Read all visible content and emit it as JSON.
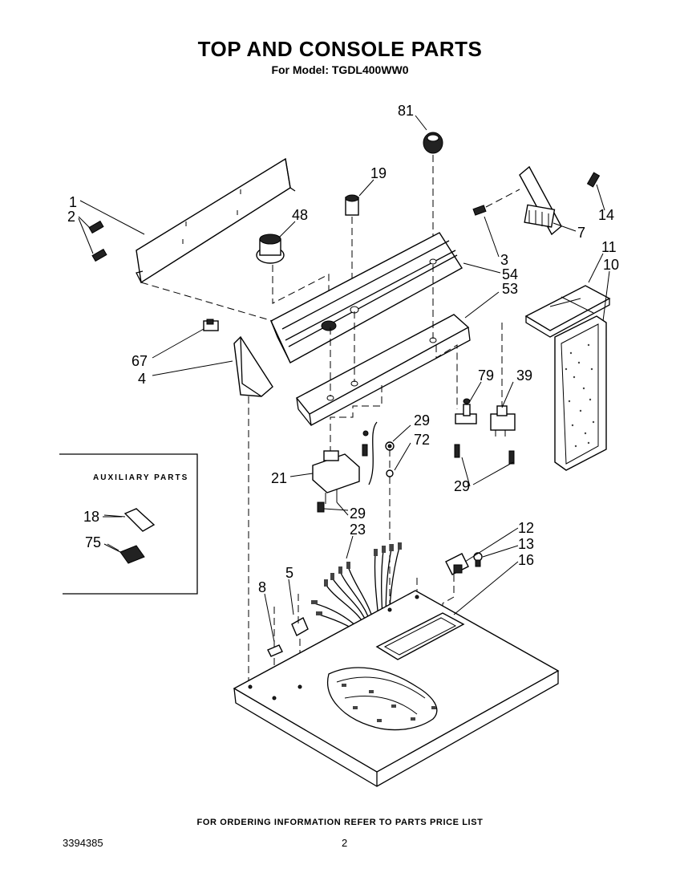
{
  "title": "TOP AND CONSOLE PARTS",
  "subtitle": "For Model: TGDL400WW0",
  "auxiliary_box": {
    "title": "AUXILIARY PARTS"
  },
  "callouts": {
    "c1": "1",
    "c2": "2",
    "c81": "81",
    "c19": "19",
    "c48": "48",
    "c14": "14",
    "c7": "7",
    "c3": "3",
    "c54": "54",
    "c53": "53",
    "c11": "11",
    "c10": "10",
    "c67": "67",
    "c4": "4",
    "c79": "79",
    "c39": "39",
    "c29a": "29",
    "c72": "72",
    "c21": "21",
    "c29b": "29",
    "c29c": "29",
    "c18": "18",
    "c75": "75",
    "c23": "23",
    "c12": "12",
    "c13": "13",
    "c16": "16",
    "c5": "5",
    "c8": "8"
  },
  "footer": {
    "note": "FOR ORDERING INFORMATION REFER TO PARTS PRICE LIST",
    "doc_number": "3394385",
    "page_number": "2"
  }
}
